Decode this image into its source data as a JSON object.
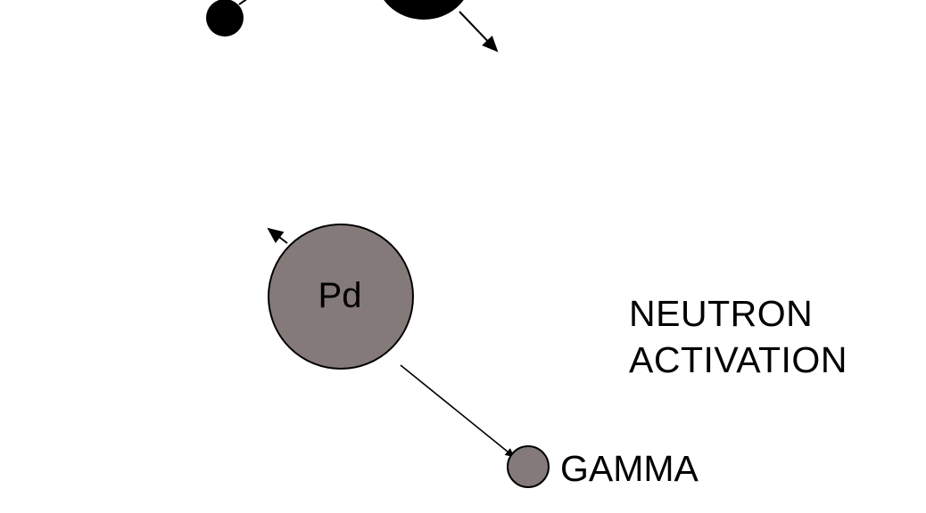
{
  "diagram": {
    "title_lines": [
      "NEUTRON",
      "ACTIVATION"
    ],
    "nucleus_label": "Pd",
    "emission_label": "GAMMA",
    "colors": {
      "nucleus_fill": "#857a7a",
      "particle_black": "#000000",
      "stroke": "#000000"
    }
  }
}
